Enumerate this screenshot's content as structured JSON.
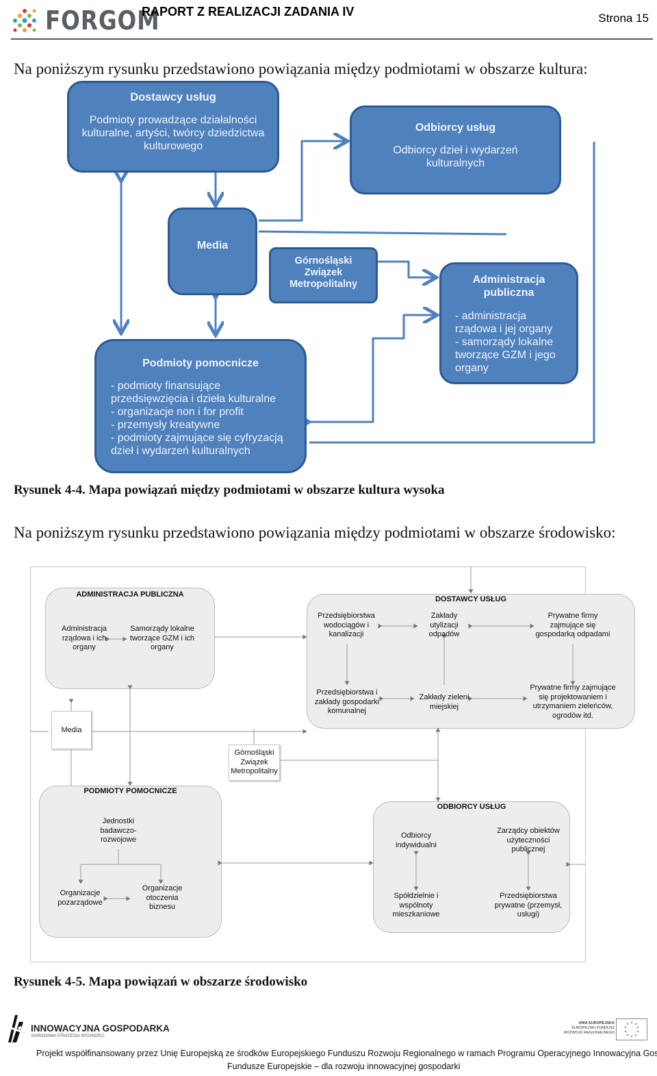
{
  "header": {
    "logo": "FORGOM",
    "title": "RAPORT Z REALIZACJI ZADANIA IV",
    "page": "Strona 15"
  },
  "section1": {
    "intro": "Na poniższym rysunku przedstawiono powiązania między podmiotami w obszarze kultura:",
    "boxes": {
      "dostawcy": {
        "title": "Dostawcy usług",
        "lines": [
          "Podmioty prowadzące działalności",
          "kulturalne, artyści, twórcy dziedzictwa",
          "kulturowego"
        ]
      },
      "odbiorcy": {
        "title": "Odbiorcy usług",
        "lines": [
          "Odbiorcy dzieł i wydarzeń",
          "kulturalnych"
        ]
      },
      "media": {
        "title": "Media"
      },
      "gzm": {
        "lines": [
          "Górnośląski",
          "Związek",
          "Metropolitalny"
        ]
      },
      "administracja": {
        "title_lines": [
          "Administracja",
          "publiczna"
        ],
        "lines": [
          "- administracja",
          "rządowa i jej organy",
          "- samorządy lokalne",
          "tworzące GZM i jego",
          "organy"
        ]
      },
      "pomocnicze": {
        "title": "Podmioty pomocnicze",
        "lines": [
          "- podmioty finansujące",
          "przedsięwzięcia i dzieła kulturalne",
          "- organizacje non i for profit",
          "- przemysły kreatywne",
          "- podmioty zajmujące się cyfryzacją",
          "dzieł i wydarzeń kulturalnych"
        ]
      }
    },
    "caption": "Rysunek 4-4.  Mapa powiązań między podmiotami w obszarze kultura wysoka"
  },
  "section2": {
    "intro": "Na poniższym rysunku przedstawiono powiązania między podmiotami w obszarze środowisko:",
    "groups": {
      "admin": {
        "title": "ADMINISTRACJA PUBLICZNA",
        "items": [
          [
            "Administracja",
            "rządowa i ich",
            "organy"
          ],
          [
            "Samorządy lokalne",
            "tworzące GZM i ich",
            "organy"
          ]
        ]
      },
      "dostawcy": {
        "title": "DOSTAWCY USŁUG",
        "items": [
          [
            "Przedsiębiorstwa",
            "wodociągów i",
            "kanalizacji"
          ],
          [
            "Zakłady",
            "utylizacji",
            "odpadów"
          ],
          [
            "Prywatne firmy",
            "zajmujące się",
            "gospodarką odpadami"
          ],
          [
            "Przedsiębiorstwa i",
            "zakłady gospodarki",
            "komunalnej"
          ],
          [
            "Zakłady zieleni",
            "miejskiej"
          ],
          [
            "Prywatne firmy zajmujące",
            "się projektowaniem i",
            "utrzymaniem zieleńców,",
            "ogrodów itd."
          ]
        ]
      },
      "media": "Media",
      "gzm": [
        "Górnośląski",
        "Związek",
        "Metropolitalny"
      ],
      "pomocnicze": {
        "title": "PODMIOTY POMOCNICZE",
        "items": [
          [
            "Jednostki",
            "badawczo-",
            "rozwojowe"
          ],
          [
            "Organizacje",
            "pozarządowe"
          ],
          [
            "Organizacje",
            "otoczenia",
            "biznesu"
          ]
        ]
      },
      "odbiorcy": {
        "title": "ODBIORCY  USŁUG",
        "items": [
          [
            "Odbiorcy",
            "indywidualni"
          ],
          [
            "Zarządcy obiektów",
            "użyteczności",
            "publicznej"
          ],
          [
            "Spółdzielnie i",
            "wspólnoty",
            "mieszkaniowe"
          ],
          [
            "Przedsiębiorstwa",
            "prywatne (przemysł,",
            "usługi)"
          ]
        ]
      }
    },
    "caption": "Rysunek 4-5. Mapa powiązań w obszarze środowisko"
  },
  "footer": {
    "logo_left": "INNOWACYJNA GOSPODARKA",
    "logo_left_sub": "NARODOWA STRATEGIA SPÓJNOŚCI",
    "logo_right": [
      "UNIA EUROPEJSKA",
      "EUROPEJSKI FUNDUSZ",
      "ROZWOJU REGIONALNEGO"
    ],
    "line1": "Projekt współfinansowany przez Unię Europejską ze środków Europejskiego Funduszu Rozwoju Regionalnego w ramach Programu Operacyjnego Innowacyjna Gospodarka",
    "line2": "Fundusze Europejskie – dla rozwoju innowacyjnej gospodarki"
  },
  "colors": {
    "box_fill": "#4f81bd",
    "box_border": "#2c5a94",
    "arrow": "#4f81bd",
    "group_fill": "#ededed"
  },
  "icons": [
    "forgom-logo-dots",
    "innowacyjna-gospodarka-logo",
    "eu-flag-icon"
  ]
}
